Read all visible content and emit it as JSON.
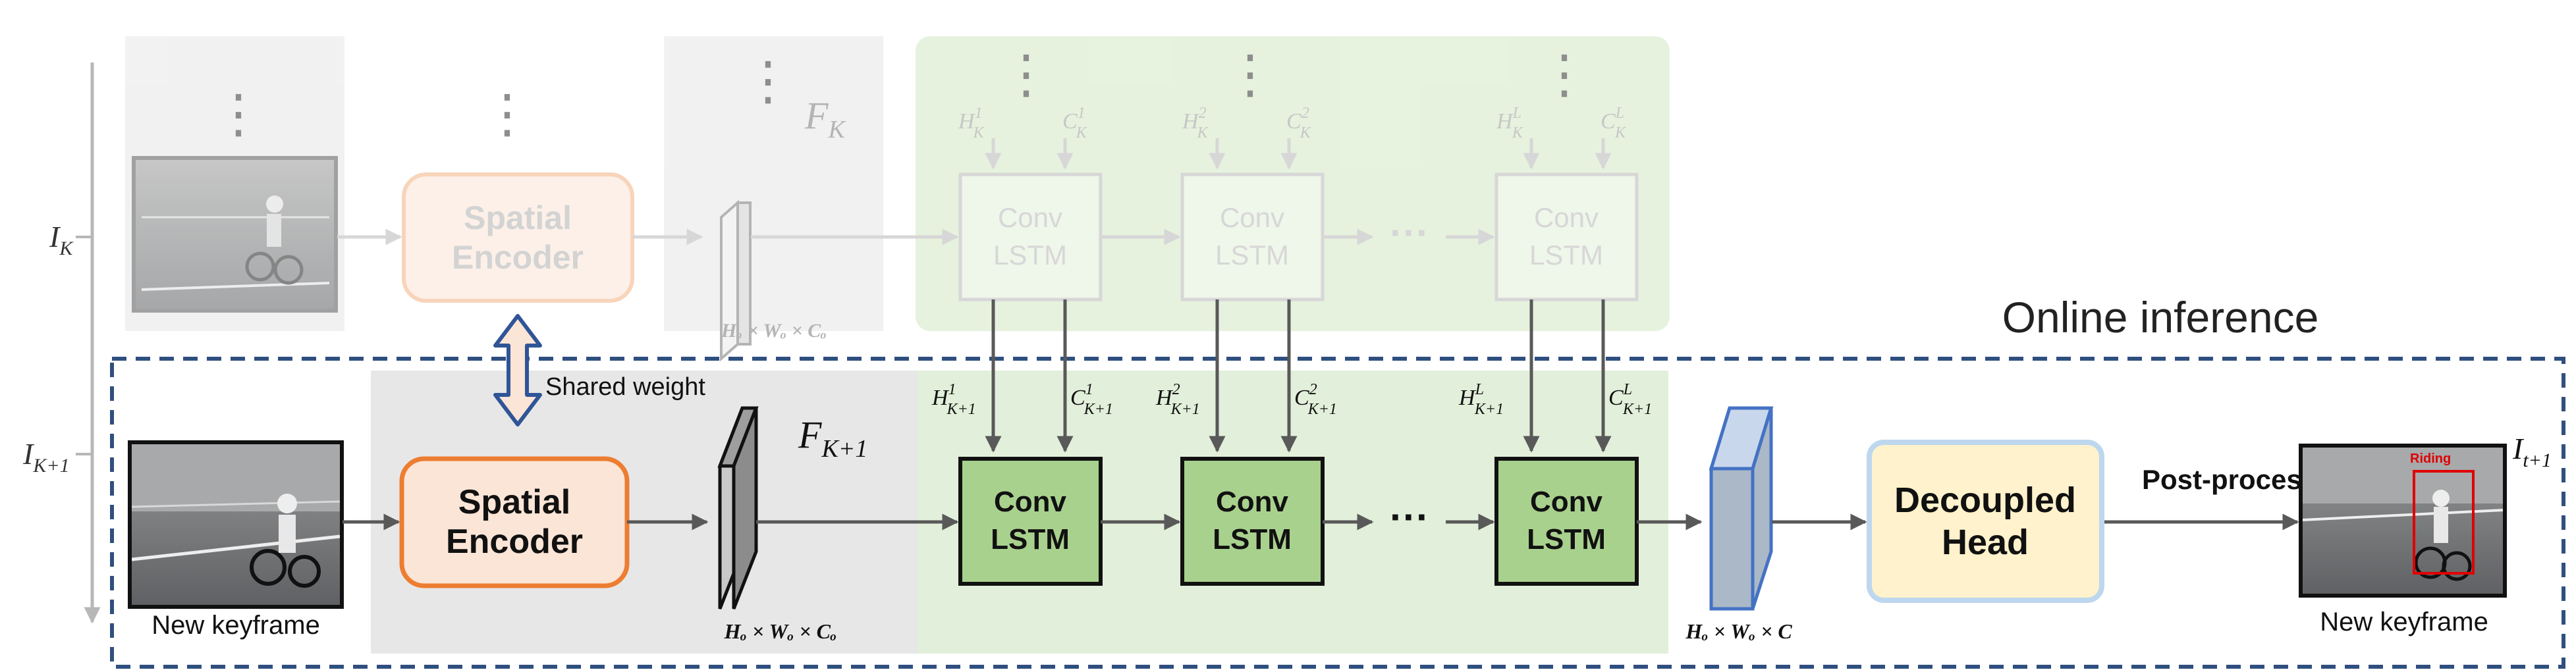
{
  "frame_labels": {
    "prev_frame": "I",
    "prev_frame_sub": "K",
    "current_frame": "I",
    "current_frame_sub": "K+1",
    "output_frame": "I",
    "output_frame_sub": "t+1"
  },
  "section_title": "Online inference",
  "spatial_encoder": {
    "line1": "Spatial",
    "line2": "Encoder"
  },
  "shared_weight": "Shared weight",
  "feature_prev": {
    "base": "F",
    "sub": "K"
  },
  "feature_current": {
    "base": "F",
    "sub": "K+1"
  },
  "feature_dims": "Hₒ × Wₒ × Cₒ",
  "output_dims": "Hₒ × Wₒ × C",
  "convlstm": {
    "line1": "Conv",
    "line2": "LSTM"
  },
  "ellipsis_h": "···",
  "ellipsis_v": "⋮",
  "state_labels": {
    "top": [
      {
        "h": "H",
        "h_sub": "K",
        "h_sup": "1",
        "c": "C",
        "c_sub": "K",
        "c_sup": "1"
      },
      {
        "h": "H",
        "h_sub": "K",
        "h_sup": "2",
        "c": "C",
        "c_sub": "K",
        "c_sup": "2"
      },
      {
        "h": "H",
        "h_sub": "K",
        "h_sup": "L",
        "c": "C",
        "c_sub": "K",
        "c_sup": "L"
      }
    ],
    "bottom": [
      {
        "h": "H",
        "h_sub": "K+1",
        "h_sup": "1",
        "c": "C",
        "c_sub": "K+1",
        "c_sup": "1"
      },
      {
        "h": "H",
        "h_sub": "K+1",
        "h_sup": "2",
        "c": "C",
        "c_sub": "K+1",
        "c_sup": "2"
      },
      {
        "h": "H",
        "h_sub": "K+1",
        "h_sup": "L",
        "c": "C",
        "c_sub": "K+1",
        "c_sup": "L"
      }
    ]
  },
  "decoupled_head": {
    "line1": "Decoupled",
    "line2": "Head"
  },
  "post_process": "Post-process",
  "new_keyframe_left": "New keyframe",
  "new_keyframe_right": "New keyframe",
  "detection_label": "Riding",
  "colors": {
    "dashed_border": "#2f4f7f",
    "encoder_fill": "#fbe5d6",
    "encoder_stroke": "#ed7d31",
    "lstm_fill": "#a9d18e",
    "lstm_stroke": "#2e5e1a",
    "green_panel": "#e2efda",
    "gray_panel": "#e7e7e7",
    "head_fill": "#fff2cc",
    "head_stroke": "#bdd7ee",
    "arrow": "#595959",
    "shared_arrow_fill": "#fbe5d6",
    "shared_arrow_stroke": "#2f5597",
    "detection_box": "#e00000"
  }
}
